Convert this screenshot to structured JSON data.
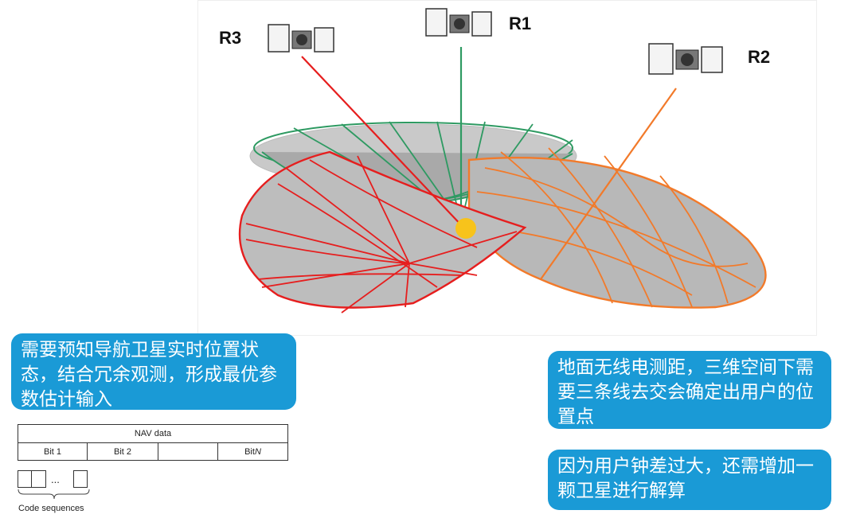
{
  "satellites": [
    {
      "label": "R1",
      "color": "#2e9a62"
    },
    {
      "label": "R2",
      "color": "#f27a2a"
    },
    {
      "label": "R3",
      "color": "#e61e1e"
    }
  ],
  "user_point_color": "#f7c31b",
  "callouts": {
    "left": "需要预知导航卫星实时位置状态，结合冗余观测，形成最优参数估计输入",
    "right_top": "地面无线电测距，三维空间下需要三条线去交会确定出用户的位置点",
    "right_bottom": "因为用户钟差过大，还需增加一颗卫星进行解算"
  },
  "nav": {
    "header": "NAV data",
    "bits": [
      "Bit 1",
      "Bit 2",
      "Bit N"
    ],
    "ellipsis": "...",
    "code_label": "Code sequences"
  }
}
